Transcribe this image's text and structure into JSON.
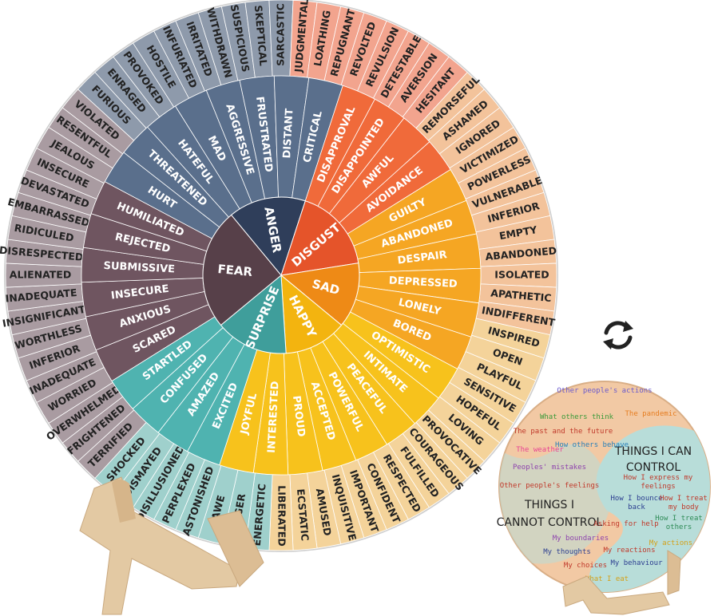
{
  "wheel": {
    "colors": {
      "anger": "#5a6f8c",
      "disgust": "#f06a3a",
      "sad": "#f5a623",
      "happy": "#f7c21c",
      "surprise": "#4fb3b0",
      "fear": "#6f5560",
      "center_anger": "#2f3e5a",
      "center_disgust": "#e5542a",
      "center_sad": "#ee8a16",
      "center_happy": "#f3b40f",
      "center_surprise": "#3f9e9b",
      "center_fear": "#574049"
    },
    "core": [
      {
        "label": "ANGER",
        "group": "anger"
      },
      {
        "label": "DISGUST",
        "group": "disgust"
      },
      {
        "label": "SAD",
        "group": "sad"
      },
      {
        "label": "HAPPY",
        "group": "happy"
      },
      {
        "label": "SURPRISE",
        "group": "surprise"
      },
      {
        "label": "FEAR",
        "group": "fear"
      }
    ],
    "middle": [
      {
        "label": "MAD",
        "group": "anger"
      },
      {
        "label": "AGGRESSIVE",
        "group": "anger"
      },
      {
        "label": "FRUSTRATED",
        "group": "anger"
      },
      {
        "label": "DISTANT",
        "group": "anger"
      },
      {
        "label": "CRITICAL",
        "group": "anger"
      },
      {
        "label": "DISAPPROVAL",
        "group": "disgust"
      },
      {
        "label": "DISAPPOINTED",
        "group": "disgust"
      },
      {
        "label": "AWFUL",
        "group": "disgust"
      },
      {
        "label": "AVOIDANCE",
        "group": "disgust"
      },
      {
        "label": "GUILTY",
        "group": "sad"
      },
      {
        "label": "ABANDONED",
        "group": "sad"
      },
      {
        "label": "DESPAIR",
        "group": "sad"
      },
      {
        "label": "DEPRESSED",
        "group": "sad"
      },
      {
        "label": "LONELY",
        "group": "sad"
      },
      {
        "label": "BORED",
        "group": "sad"
      },
      {
        "label": "OPTIMISTIC",
        "group": "happy"
      },
      {
        "label": "INTIMATE",
        "group": "happy"
      },
      {
        "label": "PEACEFUL",
        "group": "happy"
      },
      {
        "label": "POWERFUL",
        "group": "happy"
      },
      {
        "label": "ACCEPTED",
        "group": "happy"
      },
      {
        "label": "PROUD",
        "group": "happy"
      },
      {
        "label": "INTERESTED",
        "group": "happy"
      },
      {
        "label": "JOYFUL",
        "group": "happy"
      },
      {
        "label": "EXCITED",
        "group": "surprise"
      },
      {
        "label": "AMAZED",
        "group": "surprise"
      },
      {
        "label": "CONFUSED",
        "group": "surprise"
      },
      {
        "label": "STARTLED",
        "group": "surprise"
      },
      {
        "label": "SCARED",
        "group": "fear"
      },
      {
        "label": "ANXIOUS",
        "group": "fear"
      },
      {
        "label": "INSECURE",
        "group": "fear"
      },
      {
        "label": "SUBMISSIVE",
        "group": "fear"
      },
      {
        "label": "REJECTED",
        "group": "fear"
      },
      {
        "label": "HUMILIATED",
        "group": "fear"
      },
      {
        "label": "HURT",
        "group": "anger"
      },
      {
        "label": "THREATENED",
        "group": "anger"
      },
      {
        "label": "HATEFUL",
        "group": "anger"
      }
    ],
    "outer_colors": {
      "anger": "#8e9aab",
      "disgust": "#f2a48e",
      "sad": "#f3c39b",
      "happy": "#f4d39a",
      "surprise": "#9fd0cc",
      "fear": "#a99ba1"
    },
    "outer": [
      {
        "label": "ENRAGED",
        "group": "anger"
      },
      {
        "label": "PROVOKED",
        "group": "anger"
      },
      {
        "label": "HOSTILE",
        "group": "anger"
      },
      {
        "label": "INFURIATED",
        "group": "anger"
      },
      {
        "label": "IRRITATED",
        "group": "anger"
      },
      {
        "label": "WITHDRAWN",
        "group": "anger"
      },
      {
        "label": "SUSPICIOUS",
        "group": "anger"
      },
      {
        "label": "SKEPTICAL",
        "group": "anger"
      },
      {
        "label": "SARCASTIC",
        "group": "anger"
      },
      {
        "label": "JUDGMENTAL",
        "group": "disgust"
      },
      {
        "label": "LOATHING",
        "group": "disgust"
      },
      {
        "label": "REPUGNANT",
        "group": "disgust"
      },
      {
        "label": "REVOLTED",
        "group": "disgust"
      },
      {
        "label": "REVULSION",
        "group": "disgust"
      },
      {
        "label": "DETESTABLE",
        "group": "disgust"
      },
      {
        "label": "AVERSION",
        "group": "disgust"
      },
      {
        "label": "HESITANT",
        "group": "disgust"
      },
      {
        "label": "REMORSEFUL",
        "group": "sad"
      },
      {
        "label": "ASHAMED",
        "group": "sad"
      },
      {
        "label": "IGNORED",
        "group": "sad"
      },
      {
        "label": "VICTIMIZED",
        "group": "sad"
      },
      {
        "label": "POWERLESS",
        "group": "sad"
      },
      {
        "label": "VULNERABLE",
        "group": "sad"
      },
      {
        "label": "INFERIOR",
        "group": "sad"
      },
      {
        "label": "EMPTY",
        "group": "sad"
      },
      {
        "label": "ABANDONED",
        "group": "sad"
      },
      {
        "label": "ISOLATED",
        "group": "sad"
      },
      {
        "label": "APATHETIC",
        "group": "sad"
      },
      {
        "label": "INDIFFERENT",
        "group": "sad"
      },
      {
        "label": "INSPIRED",
        "group": "happy"
      },
      {
        "label": "OPEN",
        "group": "happy"
      },
      {
        "label": "PLAYFUL",
        "group": "happy"
      },
      {
        "label": "SENSITIVE",
        "group": "happy"
      },
      {
        "label": "HOPEFUL",
        "group": "happy"
      },
      {
        "label": "LOVING",
        "group": "happy"
      },
      {
        "label": "PROVOCATIVE",
        "group": "happy"
      },
      {
        "label": "COURAGEOUS",
        "group": "happy"
      },
      {
        "label": "FULFILLED",
        "group": "happy"
      },
      {
        "label": "RESPECTED",
        "group": "happy"
      },
      {
        "label": "CONFIDENT",
        "group": "happy"
      },
      {
        "label": "IMPORTANT",
        "group": "happy"
      },
      {
        "label": "INQUISITIVE",
        "group": "happy"
      },
      {
        "label": "AMUSED",
        "group": "happy"
      },
      {
        "label": "ECSTATIC",
        "group": "happy"
      },
      {
        "label": "LIBERATED",
        "group": "happy"
      },
      {
        "label": "ENERGETIC",
        "group": "surprise"
      },
      {
        "label": "EAGER",
        "group": "surprise"
      },
      {
        "label": "AWE",
        "group": "surprise"
      },
      {
        "label": "ASTONISHED",
        "group": "surprise"
      },
      {
        "label": "PERPLEXED",
        "group": "surprise"
      },
      {
        "label": "DISILLUSIONED",
        "group": "surprise"
      },
      {
        "label": "DISMAYED",
        "group": "surprise"
      },
      {
        "label": "SHOCKED",
        "group": "surprise"
      },
      {
        "label": "TERRIFIED",
        "group": "fear"
      },
      {
        "label": "FRIGHTENED",
        "group": "fear"
      },
      {
        "label": "OVERWHELMED",
        "group": "fear"
      },
      {
        "label": "WORRIED",
        "group": "fear"
      },
      {
        "label": "INADEQUATE",
        "group": "fear"
      },
      {
        "label": "INFERIOR",
        "group": "fear"
      },
      {
        "label": "WORTHLESS",
        "group": "fear"
      },
      {
        "label": "INSIGNIFICANT",
        "group": "fear"
      },
      {
        "label": "INADEQUATE",
        "group": "fear"
      },
      {
        "label": "ALIENATED",
        "group": "fear"
      },
      {
        "label": "DISRESPECTED",
        "group": "fear"
      },
      {
        "label": "RIDICULED",
        "group": "fear"
      },
      {
        "label": "EMBARRASSED",
        "group": "fear"
      },
      {
        "label": "DEVASTATED",
        "group": "fear"
      },
      {
        "label": "INSECURE",
        "group": "fear"
      },
      {
        "label": "JEALOUS",
        "group": "fear"
      },
      {
        "label": "RESENTFUL",
        "group": "fear"
      },
      {
        "label": "VIOLATED",
        "group": "fear"
      },
      {
        "label": "FURIOUS",
        "group": "anger"
      }
    ]
  },
  "rotate_icon": "rotate-arrows-icon",
  "reverse": {
    "bg": "#f2c9a4",
    "blob": "#b8ddd9",
    "cannot_title": "THINGS I CANNOT CONTROL",
    "can_title": "THINGS I CAN CONTROL",
    "cannot_items": [
      {
        "text": "Other people's actions",
        "color": "#6a5acd"
      },
      {
        "text": "What others think",
        "color": "#3a9a3a"
      },
      {
        "text": "The pandemic",
        "color": "#e67e22"
      },
      {
        "text": "The past and the future",
        "color": "#c0392b"
      },
      {
        "text": "How others behave",
        "color": "#2980b9"
      },
      {
        "text": "The weather",
        "color": "#e84393"
      },
      {
        "text": "Other people's feelings",
        "color": "#c0392b"
      },
      {
        "text": "Peoples' mistakes",
        "color": "#8e44ad"
      }
    ],
    "can_items": [
      {
        "text": "How I express my feelings",
        "color": "#c0392b"
      },
      {
        "text": "How I bounce back",
        "color": "#2c3e90"
      },
      {
        "text": "How I treat my body",
        "color": "#c0392b"
      },
      {
        "text": "Asking for help",
        "color": "#c0392b"
      },
      {
        "text": "How I treat others",
        "color": "#2e8b57"
      },
      {
        "text": "My boundaries",
        "color": "#8e44ad"
      },
      {
        "text": "My thoughts",
        "color": "#2c3e90"
      },
      {
        "text": "My reactions",
        "color": "#c0392b"
      },
      {
        "text": "My choices",
        "color": "#c0392b"
      },
      {
        "text": "My behaviour",
        "color": "#2c3e90"
      },
      {
        "text": "My actions",
        "color": "#d4a017"
      },
      {
        "text": "What I eat",
        "color": "#d4a017"
      }
    ]
  }
}
